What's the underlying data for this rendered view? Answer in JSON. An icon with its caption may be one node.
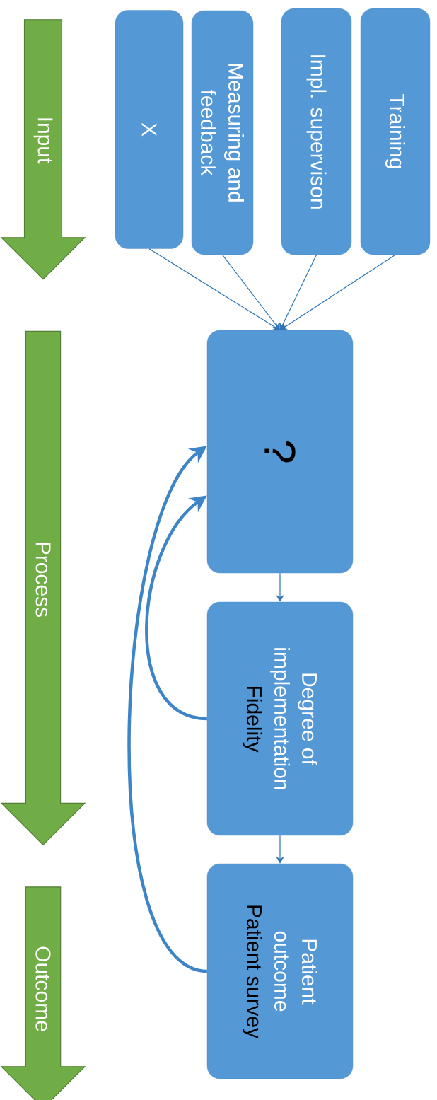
{
  "diagram": {
    "nodes": [
      {
        "text": [
          "Input"
        ]
      },
      {
        "text": [
          "Process"
        ]
      },
      {
        "text": [
          "Outcome"
        ]
      },
      {
        "text": [
          "X"
        ]
      },
      {
        "text": [
          "Measuring and feedback"
        ]
      },
      {
        "text": [
          "Impl. supervison"
        ]
      },
      {
        "text": [
          "Training"
        ]
      },
      {
        "text": [
          "?"
        ]
      },
      {
        "text": [
          "Degree of implementation",
          "Fidelity"
        ]
      },
      {
        "text": [
          "Patient outcome",
          "Patient survey"
        ]
      }
    ],
    "edges": [
      {
        "from": 3,
        "to": 7,
        "arrow": "to"
      },
      {
        "from": 4,
        "to": 7,
        "arrow": "to"
      },
      {
        "from": 5,
        "to": 7,
        "arrow": "to"
      },
      {
        "from": 6,
        "to": 7,
        "arrow": "to"
      },
      {
        "from": 7,
        "to": 8,
        "arrow": "to"
      },
      {
        "from": 8,
        "to": 9,
        "arrow": "to"
      },
      {
        "from": 8,
        "to": 7,
        "arrow": "to",
        "style": "thick",
        "color": "#3d85c6"
      },
      {
        "from": 9,
        "to": 7,
        "arrow": "to",
        "style": "thick",
        "color": "#3d85c6"
      }
    ]
  }
}
